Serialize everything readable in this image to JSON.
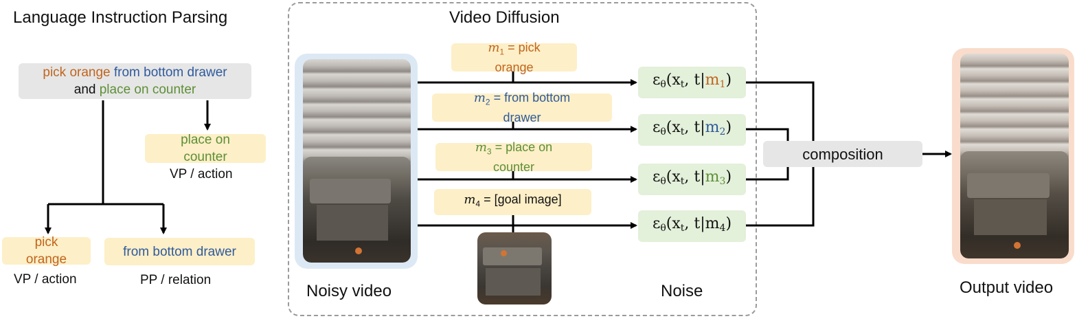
{
  "headings": {
    "parsing": "Language Instruction Parsing",
    "diffusion": "Video Diffusion"
  },
  "instruction": {
    "part1": "pick orange",
    "part2": " from bottom drawer",
    "part3": "and ",
    "part4": "place on counter"
  },
  "parse_nodes": {
    "place_line1": "place on",
    "place_line2": "counter",
    "place_caption": "VP / action",
    "pick_line1": "pick",
    "pick_line2": "orange",
    "pick_caption": "VP / action",
    "drawer_text": "from bottom drawer",
    "drawer_caption": "PP / relation"
  },
  "conditions": {
    "m1": {
      "var": "m",
      "sub": "1",
      "line1": " = pick",
      "line2": "orange"
    },
    "m2": {
      "var": "m",
      "sub": "2",
      "line1": " = from bottom",
      "line2": "drawer"
    },
    "m3": {
      "var": "m",
      "sub": "3",
      "line1": " = place on",
      "line2": "counter"
    },
    "m4": {
      "var": "m",
      "sub": "4",
      "line1": " =  [goal image]"
    }
  },
  "noise_terms": [
    "ε",
    "θ",
    "(x",
    "t",
    ", t|",
    "m"
  ],
  "noise_subs": [
    "1",
    "2",
    "3",
    "4"
  ],
  "labels": {
    "noisy_video": "Noisy video",
    "noise": "Noise",
    "composition": "composition",
    "output_video": "Output video"
  },
  "colors": {
    "orange": "#c0651e",
    "blue": "#2f5a9c",
    "green": "#5d8f37",
    "yellow_box": "#fdefc7",
    "gray_box": "#e6e6e6",
    "green_box": "#e3f0da",
    "noisy_frame": "#dce9f5",
    "output_frame": "#f9dccb"
  }
}
